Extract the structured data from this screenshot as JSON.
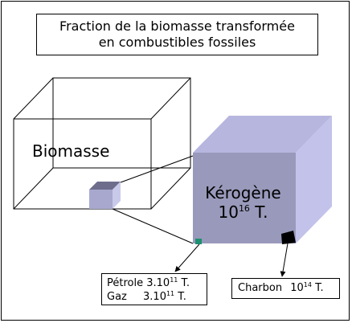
{
  "title": {
    "line1": "Fraction de la biomasse transformée",
    "line2": "en combustibles fossiles"
  },
  "biomasse": {
    "label": "Biomasse"
  },
  "kerogene": {
    "name": "Kérogène",
    "amount": "10",
    "exponent": "16",
    "unit": "T."
  },
  "petrole": {
    "label": "Pétrole",
    "mantissa": "3.10",
    "exponent": "11",
    "unit": "T."
  },
  "gaz": {
    "label": "Gaz",
    "mantissa": "3.10",
    "exponent": "11",
    "unit": "T."
  },
  "charbon": {
    "label": "Charbon",
    "amount": "10",
    "exponent": "14",
    "unit": "T."
  },
  "colors": {
    "big_cube_front": "#9999bb",
    "big_cube_top": "#b6b6df",
    "big_cube_side": "#c2c2ea",
    "petrole_marker": "#1c9070",
    "charbon_marker": "#000000"
  }
}
